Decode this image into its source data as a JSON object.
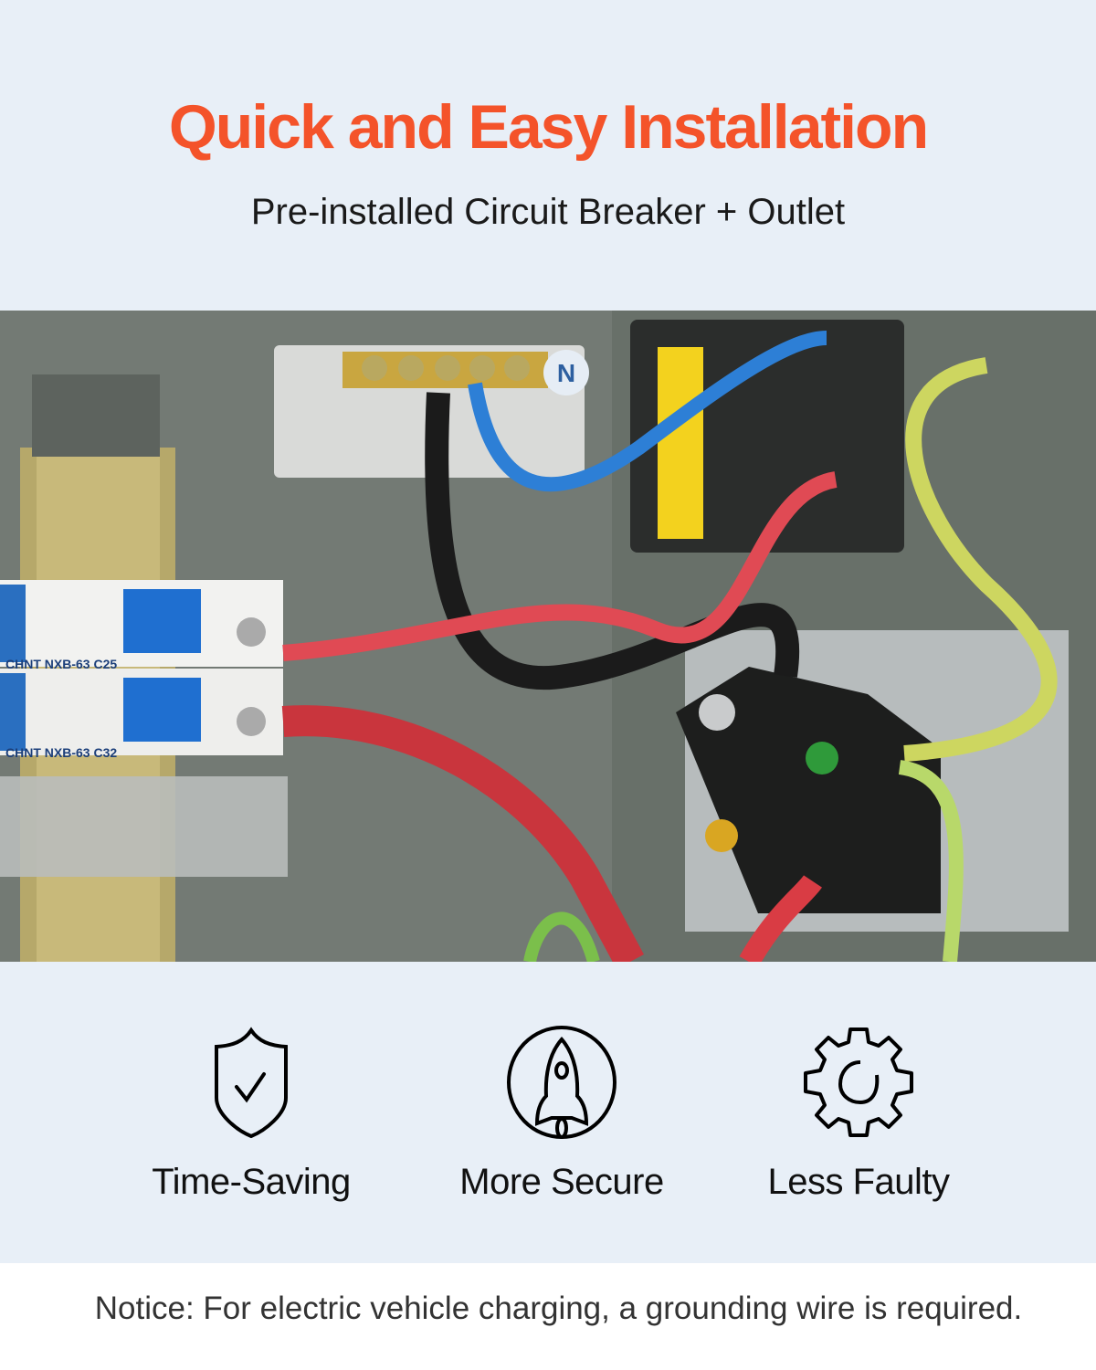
{
  "header": {
    "title": "Quick and Easy Installation",
    "subtitle": "Pre-installed Circuit Breaker + Outlet"
  },
  "photo": {
    "breaker_labels": [
      "CHNT NXB-63 C25",
      "CHNT NXB-63 C32"
    ],
    "neutral_label": "N"
  },
  "features": [
    {
      "icon": "shield-check-icon",
      "label": "Time-Saving"
    },
    {
      "icon": "rocket-icon",
      "label": "More Secure"
    },
    {
      "icon": "gear-icon",
      "label": "Less Faulty"
    }
  ],
  "notice": "Notice: For electric vehicle charging, a grounding wire is required.",
  "colors": {
    "accent": "#f4532a",
    "background": "#e8eff7"
  }
}
